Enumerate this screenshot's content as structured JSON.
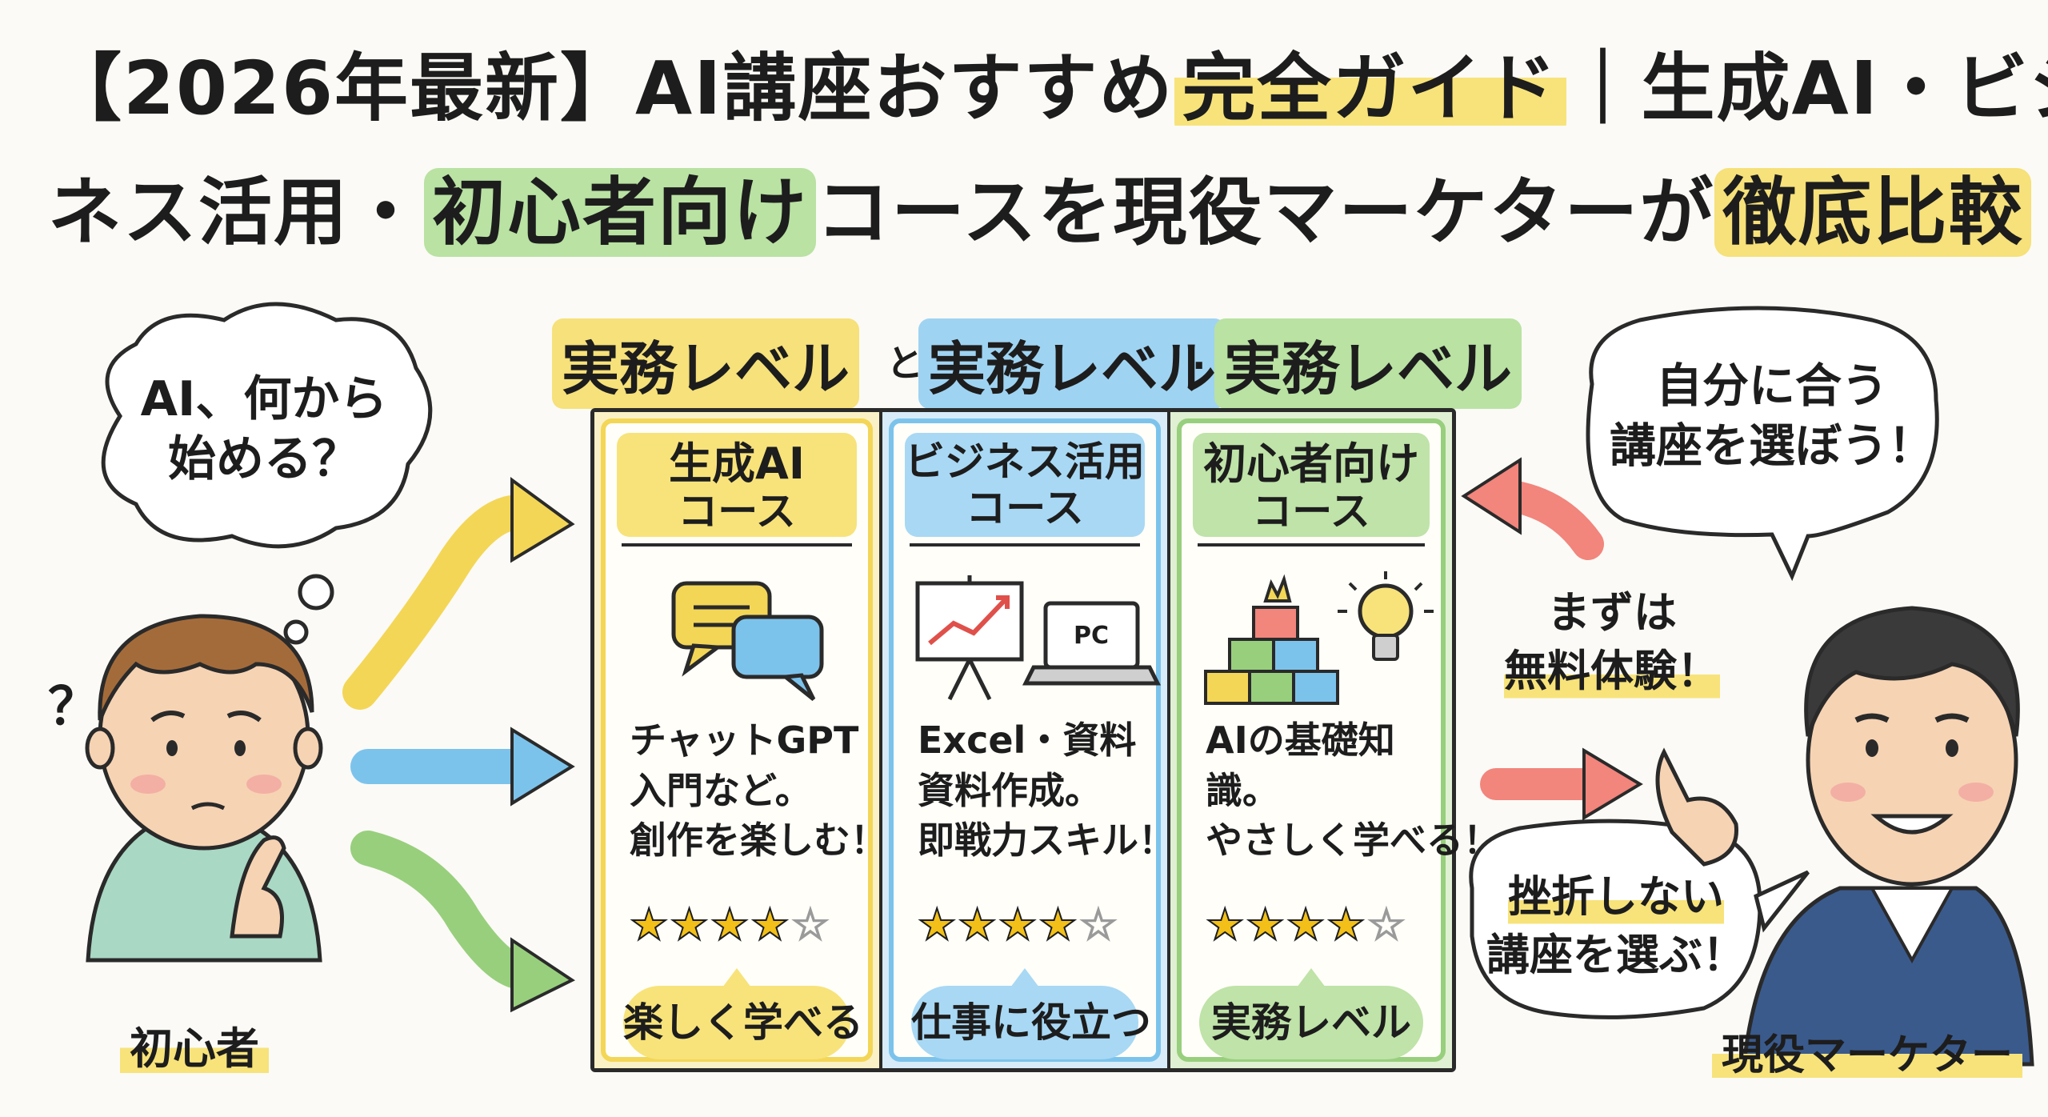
{
  "title": {
    "line1_a": "【2026年最新】AI講座おすすめ",
    "line1_hl": "完全ガイド",
    "line1_b": "｜生成AI・ビジ",
    "line2_a": "ネス活用・",
    "line2_hl1": "初心者向け",
    "line2_b": "コースを現役マーケターが",
    "line2_hl2": "徹底比較"
  },
  "subheading": {
    "part1": "実務レベル",
    "conj1": "と",
    "part2": "実務レベル",
    "conj2": ".",
    "part3": "実務レベル"
  },
  "beginner": {
    "bubble_line1": "AI、何から",
    "bubble_line2": "始める？",
    "question_mark": "？",
    "label": "初心者"
  },
  "marketer": {
    "bubble_line1": "自分に合う",
    "bubble_line2": "講座を選ぼう！",
    "callout_line1": "まずは",
    "callout_line2": "無料体験！",
    "bubble2_line1": "挫折しない",
    "bubble2_line2": "講座を選ぶ！",
    "label": "現役マーケター"
  },
  "courses": [
    {
      "head_line1": "生成AI",
      "head_line2": "コース",
      "icon": "chat-bubbles-icon",
      "desc_line1": "チャットGPT",
      "desc_line2": "入門など。",
      "desc_line3": "創作を楽しむ！",
      "rating": 4,
      "rating_max": 5,
      "badge": "楽しく学べる"
    },
    {
      "head_line1": "ビジネス活用",
      "head_line2": "コース",
      "icon": "presentation-laptop-icon",
      "icon_text": "PC",
      "desc_line1": "Excel・資料",
      "desc_line2": "資料作成。",
      "desc_line3": "即戦力スキル！",
      "rating": 4,
      "rating_max": 5,
      "badge": "仕事に役立つ"
    },
    {
      "head_line1": "初心者向け",
      "head_line2": "コース",
      "icon": "blocks-lightbulb-icon",
      "desc_line1": "AIの基礎知",
      "desc_line2": "識。",
      "desc_line3": "やさしく学べる！",
      "rating": 4,
      "rating_max": 5,
      "badge": "実務レベル"
    }
  ],
  "colors": {
    "yellow": "#f7e37a",
    "blue": "#a8d8f4",
    "green": "#bfe3a8",
    "red_arrow": "#f2857c"
  }
}
